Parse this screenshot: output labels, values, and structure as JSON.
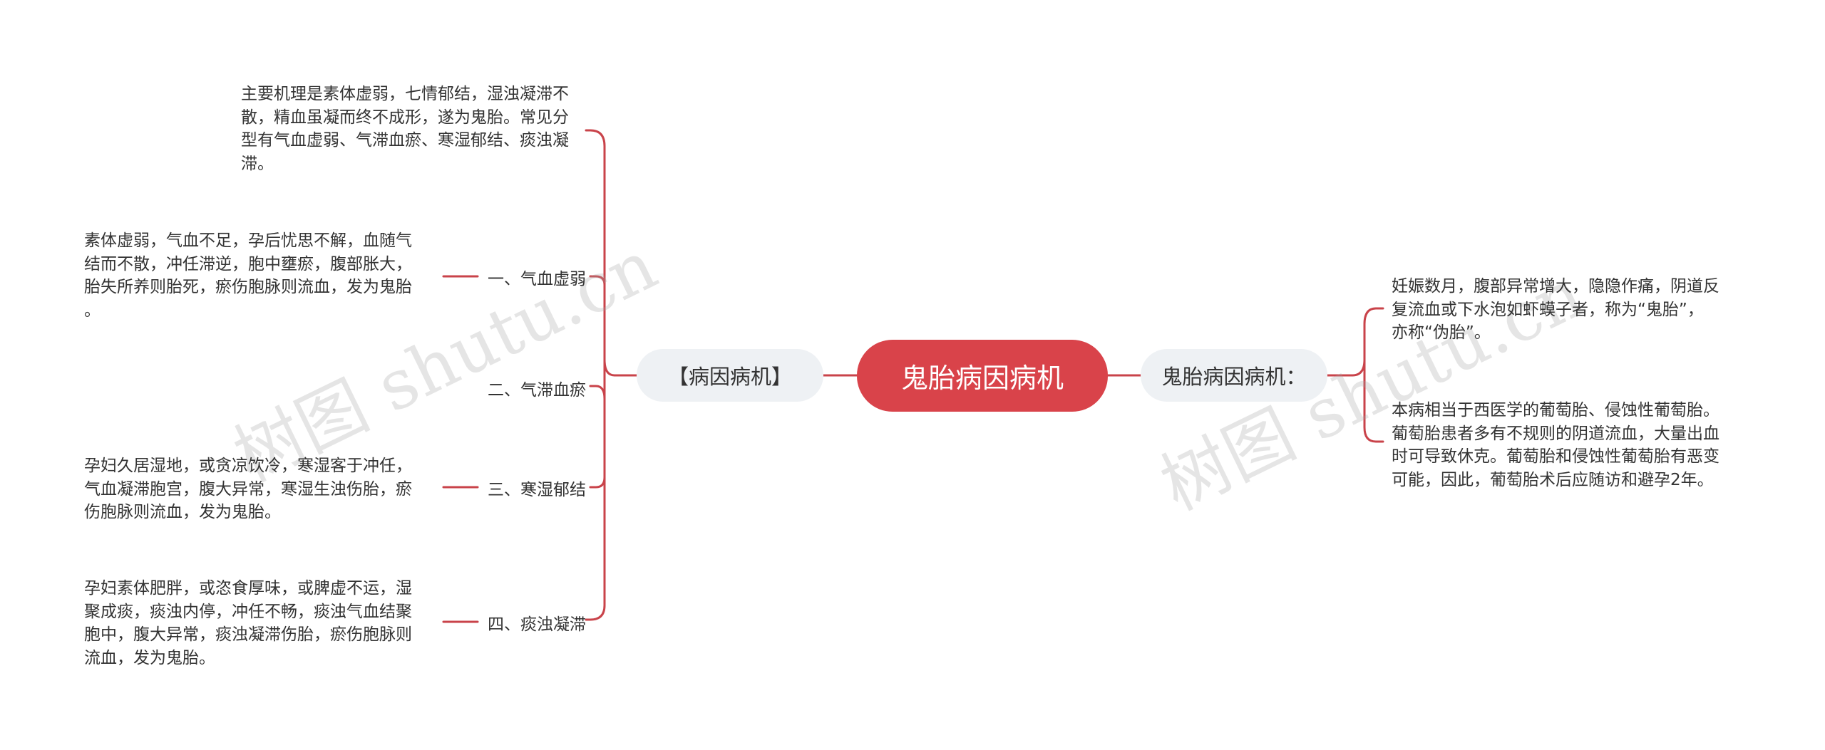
{
  "central": {
    "label": "鬼胎病因病机"
  },
  "left_branch": {
    "label": "【病因病机】",
    "intro": "主要机理是素体虚弱，七情郁结，湿浊凝滞不\n散，精血虽凝而终不成形，遂为鬼胎。常见分\n型有气血虚弱、气滞血瘀、寒湿郁结、痰浊凝\n滞。",
    "types": [
      {
        "label": "一、气血虚弱",
        "detail": "素体虚弱，气血不足，孕后忧思不解，血随气\n结而不散，冲任滞逆，胞中壅瘀，腹部胀大，\n胎失所养则胎死，瘀伤胞脉则流血，发为鬼胎\n。"
      },
      {
        "label": "二、气滞血瘀",
        "detail": ""
      },
      {
        "label": "三、寒湿郁结",
        "detail": "孕妇久居湿地，或贪凉饮冷，寒湿客于冲任，\n气血凝滞胞宫，腹大异常，寒湿生浊伤胎，瘀\n伤胞脉则流血，发为鬼胎。"
      },
      {
        "label": "四、痰浊凝滞",
        "detail": "孕妇素体肥胖，或恣食厚味，或脾虚不运，湿\n聚成痰，痰浊内停，冲任不畅，痰浊气血结聚\n胞中，腹大异常，痰浊凝滞伤胎，瘀伤胞脉则\n流血，发为鬼胎。"
      }
    ]
  },
  "right_branch": {
    "label": "鬼胎病因病机：",
    "items": [
      "妊娠数月，腹部异常增大，隐隐作痛，阴道反\n复流血或下水泡如虾蟆子者，称为“鬼胎”，\n亦称“伪胎”。",
      "本病相当于西医学的葡萄胎、侵蚀性葡萄胎。\n葡萄胎患者多有不规则的阴道流血，大量出血\n时可导致休克。葡萄胎和侵蚀性葡萄胎有恶变\n可能，因此，葡萄胎术后应随访和避孕2年。"
    ]
  },
  "watermarks": [
    "树图 shutu.cn",
    "树图 shutu.cn"
  ],
  "colors": {
    "accent": "#d9434a",
    "node_bg": "#eef1f4",
    "text": "#333333"
  }
}
